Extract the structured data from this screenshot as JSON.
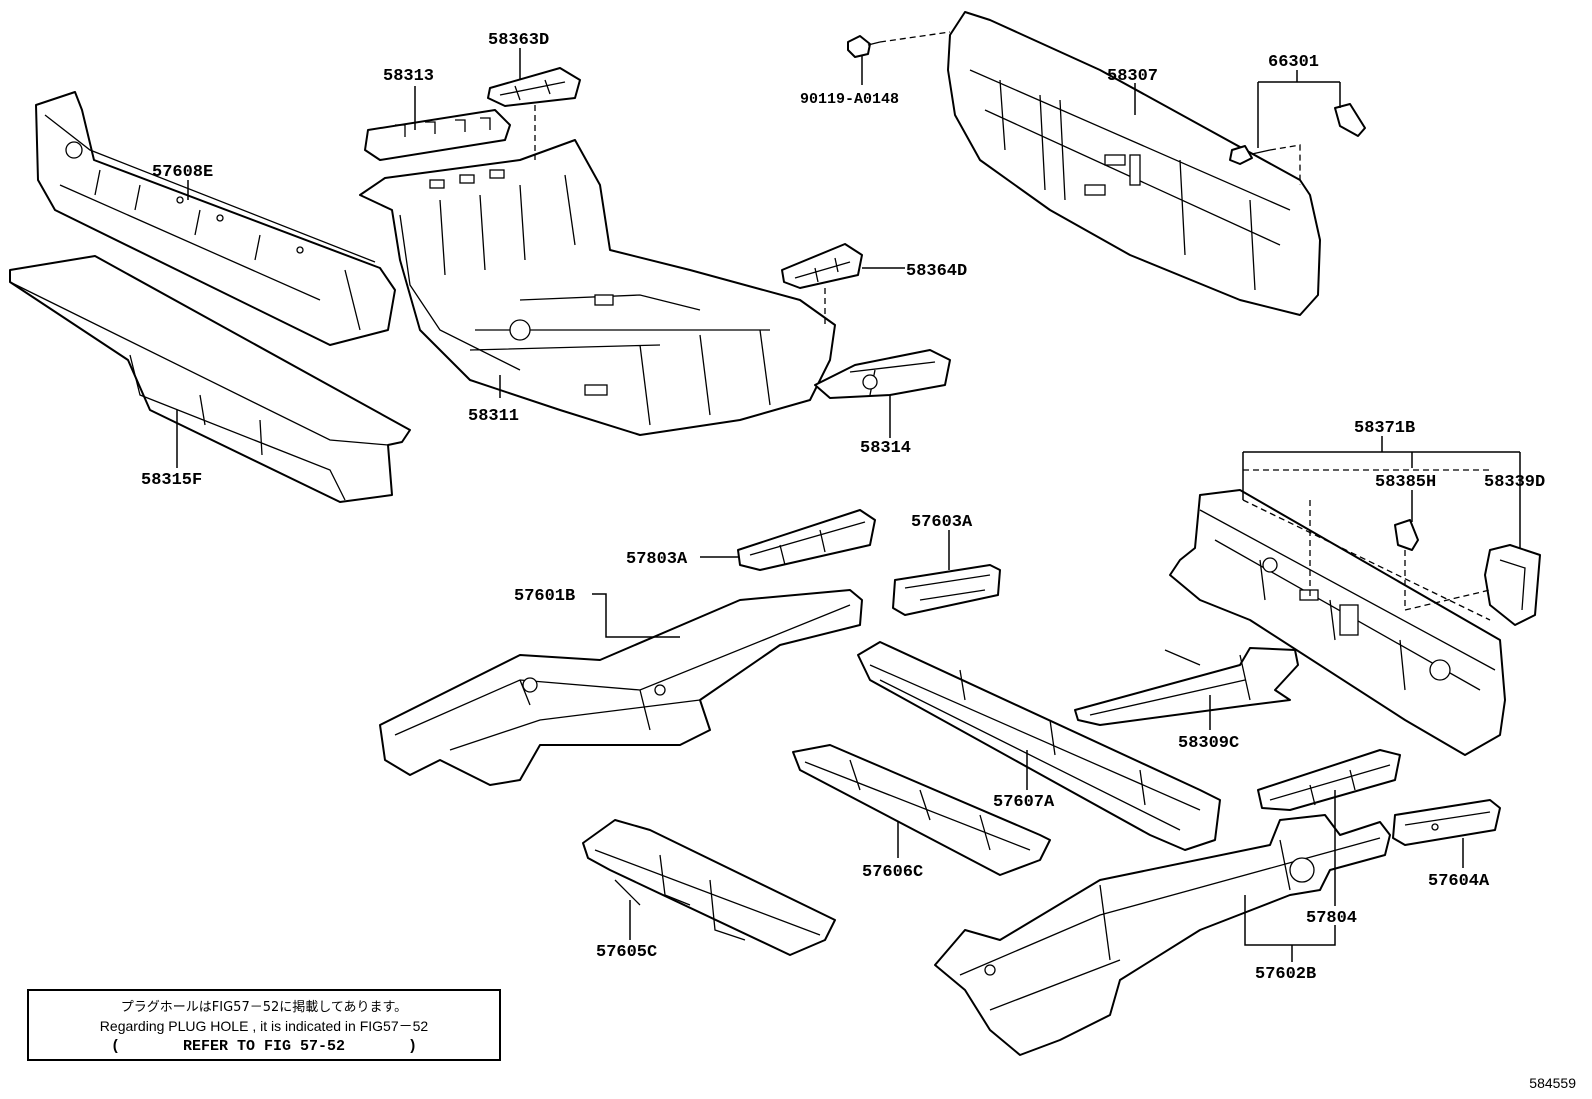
{
  "parts": {
    "p57608E": "57608E",
    "p58315F": "58315F",
    "p58313": "58313",
    "p58363D": "58363D",
    "p58311": "58311",
    "p58364D": "58364D",
    "p58314": "58314",
    "p90119A0148": "90119-A0148",
    "p58307": "58307",
    "p66301": "66301",
    "p58371B": "58371B",
    "p58385H": "58385H",
    "p58339D": "58339D",
    "p57803A": "57803A",
    "p57601B": "57601B",
    "p57603A": "57603A",
    "p58309C": "58309C",
    "p57607A": "57607A",
    "p57606C": "57606C",
    "p57605C": "57605C",
    "p57804": "57804",
    "p57604A": "57604A",
    "p57602B": "57602B"
  },
  "note": {
    "line1": "プラグホールはFIG57－52に掲載してあります。",
    "line2": "Regarding PLUG HOLE , it is indicated in FIG57－52",
    "line3": "(       REFER TO FIG 57-52       )"
  },
  "figure_number": "584559"
}
